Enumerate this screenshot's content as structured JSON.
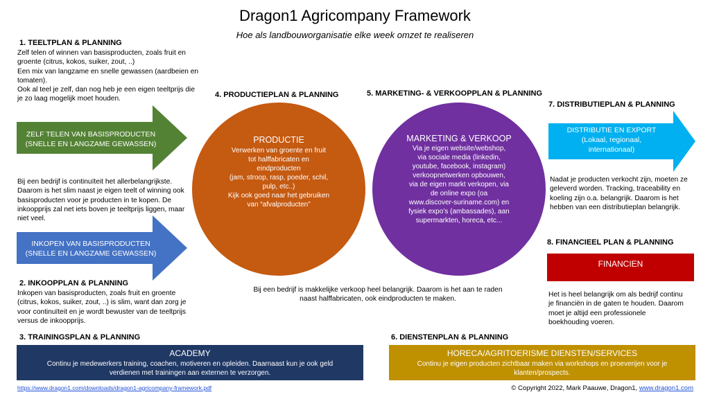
{
  "title": "Dragon1 Agricompany Framework",
  "subtitle": "Hoe als landbouworganisatie elke week omzet te realiseren",
  "colors": {
    "teelt": "#548235",
    "inkopen": "#4472c4",
    "productie": "#c55a11",
    "marketing": "#7030a0",
    "distributie": "#00b0f0",
    "financien": "#c00000",
    "academy": "#203864",
    "horeca": "#bf9000"
  },
  "section1": {
    "heading": "1. TEELTPLAN & PLANNING",
    "lines": [
      "Zelf telen of winnen van basisproducten, zoals fruit en",
      "groente (citrus, kokos, suiker, zout, ..)",
      "Een mix van langzame en snelle gewassen (aardbeien en",
      "tomaten).",
      "Ook al teel je zelf, dan nog heb je een eigen teeltprijs die",
      "je zo laag mogelijk moet houden."
    ],
    "arrow_lines": [
      "ZELF TELEN VAN BASISPRODUCTEN",
      "(SNELLE EN LANGZAME GEWASSEN)"
    ]
  },
  "middle_left_text": [
    "Bij een bedrijf is continuïteit het allerbelangrijkste.",
    "Daarom is het slim naast je eigen teelt of winning ook",
    "basisproducten voor je producten in te kopen. De",
    "inkoopprijs zal net iets boven je teeltprijs liggen, maar",
    "niet veel."
  ],
  "inkopen_arrow_lines": [
    "INKOPEN VAN BASISPRODUCTEN",
    "(SNELLE EN LANGZAME GEWASSEN)"
  ],
  "section2": {
    "heading": "2. INKOOPPLAN & PLANNING",
    "lines": [
      "Inkopen van basisproducten, zoals fruit en groente",
      "(citrus, kokos, suiker, zout, ..) is slim, want dan zorg je",
      "voor continuïteit en je wordt bewuster van de teeltprijs",
      "versus de inkoopprijs."
    ]
  },
  "section3": {
    "heading": "3. TRAININGSPLAN & PLANNING",
    "bar_title": "ACADEMY",
    "bar_lines": [
      "Continu je medewerkers training, coachen, motiveren en opleiden. Daarnaast kun je ook geld",
      "verdienen met trainingen aan externen te verzorgen."
    ]
  },
  "section4": {
    "heading": "4. PRODUCTIEPLAN & PLANNING",
    "circle_title": "PRODUCTIE",
    "circle_lines": [
      "Verwerken van groente en fruit",
      "tot halffabricaten  en",
      "eindproducten",
      "(jam, stroop, rasp, poeder, schil,",
      "pulp, etc..)",
      "Kijk ook goed naar het gebruiken",
      "van “afvalproducten”"
    ]
  },
  "section5": {
    "heading": "5. MARKETING- & VERKOOPPLAN & PLANNING",
    "circle_title": "MARKETING & VERKOOP",
    "circle_lines": [
      "Via je eigen website/webshop,",
      "via sociale media (linkedin,",
      "youtube, facebook, instagram)",
      "verkoopnetwerken opbouwen,",
      "via de eigen markt verkopen, via",
      "de online expo (oa",
      "www.discover-suriname.com) en",
      "fysiek expo’s (ambassades), aan",
      "supermarkten, horeca, etc..."
    ]
  },
  "center_bottom_text": [
    "Bij een bedrijf is makkelijke verkoop heel belangrijk. Daarom is het aan te raden",
    "naast halffabricaten, ook eindproducten te maken."
  ],
  "section6": {
    "heading": "6. DIENSTENPLAN & PLANNING",
    "bar_title": "HORECA/AGRITOERISME DIENSTEN/SERVICES",
    "bar_lines": [
      "Continu je eigen producten zichtbaar maken via workshops en proeverijen voor je",
      "klanten/prospects."
    ]
  },
  "section7": {
    "heading": "7. DISTRIBUTIEPLAN & PLANNING",
    "arrow_lines": [
      "DISTRIBUTIE EN EXPORT",
      "(Lokaal, regionaal,",
      "internationaal)"
    ],
    "lines": [
      "Nadat je producten verkocht zijn, moeten ze",
      "geleverd worden. Tracking, traceability en",
      "koeling zijn o.a. belangrijk. Daarom is het",
      "hebben van een distributieplan belangrijk."
    ]
  },
  "section8": {
    "heading": "8. FINANCIEEL PLAN & PLANNING",
    "box_title": "FINANCIEN",
    "lines": [
      "Het is heel belangrijk om als bedrijf continu",
      "je financiën in de gaten te houden. Daarom",
      "moet je altijd een professionele",
      "boekhouding voeren."
    ]
  },
  "footer": {
    "url": "https://www.dragon1.com/downloads/dragon1-agricompany-framework.pdf",
    "copyright": "© Copyright 2022, Mark Paauwe, Dragon1, ",
    "copyright_link": "www.dragon1.com"
  }
}
